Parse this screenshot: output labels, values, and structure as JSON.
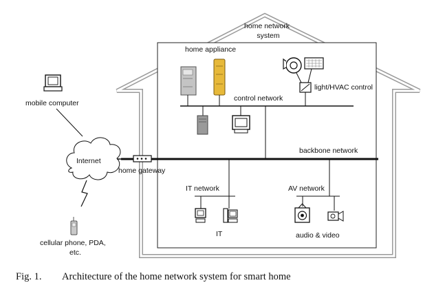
{
  "labels": {
    "home_network_system_1": "home network",
    "home_network_system_2": "system",
    "home_appliance": "home appliance",
    "light_hvac_control": "light/HVAC control",
    "control_network": "control network",
    "backbone_network": "backbone network",
    "mobile_computer": "mobile computer",
    "internet": "Internet",
    "home_gateway": "home gateway",
    "it_network": "IT network",
    "av_network": "AV network",
    "it": "IT",
    "audio_video": "audio & video",
    "cellular_1": "cellular phone, PDA,",
    "cellular_2": "etc."
  },
  "caption": {
    "number": "Fig. 1.",
    "text": "Architecture of the home network system for smart home"
  }
}
